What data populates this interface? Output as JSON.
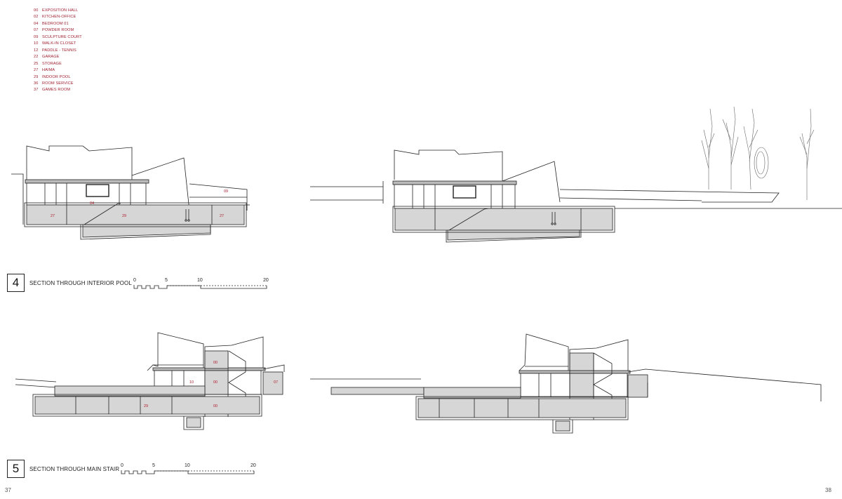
{
  "legend": [
    {
      "num": "00",
      "name": "EXPOSITION HALL"
    },
    {
      "num": "02",
      "name": "KITCHEN-OFFICE"
    },
    {
      "num": "04",
      "name": "BEDROOM 01"
    },
    {
      "num": "07",
      "name": "POWDER ROOM"
    },
    {
      "num": "09",
      "name": "SCULPTURE COURT"
    },
    {
      "num": "10",
      "name": "WALK-IN CLOSET"
    },
    {
      "num": "12",
      "name": "PADDLE - TENNIS"
    },
    {
      "num": "22",
      "name": "GARAGE"
    },
    {
      "num": "25",
      "name": "STORAGE"
    },
    {
      "num": "27",
      "name": "HAIMA"
    },
    {
      "num": "29",
      "name": "INDOOR POOL"
    },
    {
      "num": "36",
      "name": "ROOM SERVICE"
    },
    {
      "num": "37",
      "name": "GAMES ROOM"
    }
  ],
  "section4": {
    "number": "4",
    "title": "SECTION THROUGH INTERIOR POOL",
    "scale": [
      "0",
      "5",
      "10",
      "20"
    ]
  },
  "section5": {
    "number": "5",
    "title": "SECTION THROUGH MAIN STAIR",
    "scale": [
      "0",
      "5",
      "10",
      "20"
    ]
  },
  "room_labels": {
    "s4_04": "04",
    "s4_09": "09",
    "s4_27a": "27",
    "s4_29": "29",
    "s4_27b": "27",
    "s5_00a": "00",
    "s5_10": "10",
    "s5_00b": "00",
    "s5_07": "07",
    "s5_29": "29",
    "s5_00c": "00"
  },
  "pages": {
    "left": "37",
    "right": "38"
  },
  "colors": {
    "label": "#b02030",
    "fill": "#d6d6d6",
    "line": "#222222"
  }
}
